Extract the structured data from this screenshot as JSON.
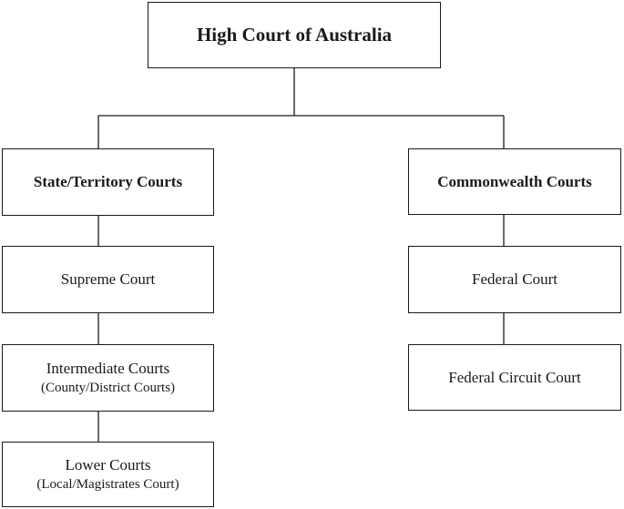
{
  "diagram": {
    "root": {
      "label": "High Court of Australia"
    },
    "state_branch": {
      "label": "State/Territory Courts",
      "courts": [
        {
          "label": "Supreme Court",
          "sub": ""
        },
        {
          "label": "Intermediate Courts",
          "sub": "(County/District Courts)"
        },
        {
          "label": "Lower Courts",
          "sub": "(Local/Magistrates Court)"
        }
      ]
    },
    "commonwealth_branch": {
      "label": "Commonwealth Courts",
      "courts": [
        {
          "label": "Federal Court",
          "sub": ""
        },
        {
          "label": "Federal Circuit Court",
          "sub": ""
        }
      ]
    }
  }
}
